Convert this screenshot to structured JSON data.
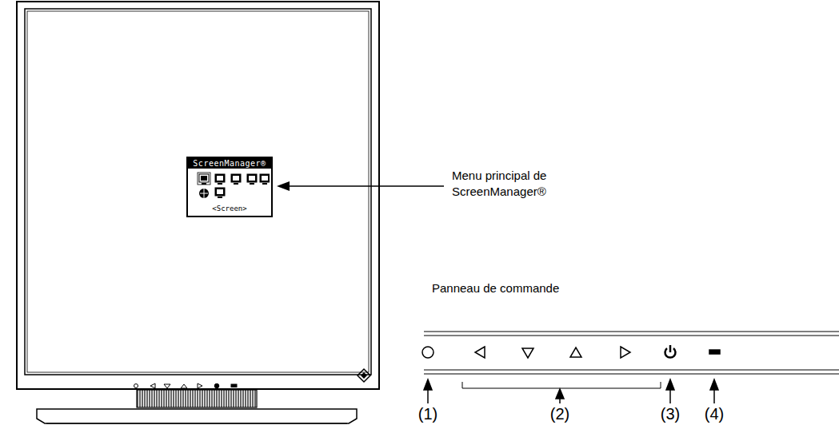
{
  "diagram": {
    "nodes": [
      {
        "text": [
          "ScreenManager®",
          "<Screen>"
        ]
      }
    ],
    "labels": [
      "Menu principal de ScreenManager®",
      "Panneau de commande",
      "(1)",
      "(2)",
      "(3)",
      "(4)"
    ]
  }
}
